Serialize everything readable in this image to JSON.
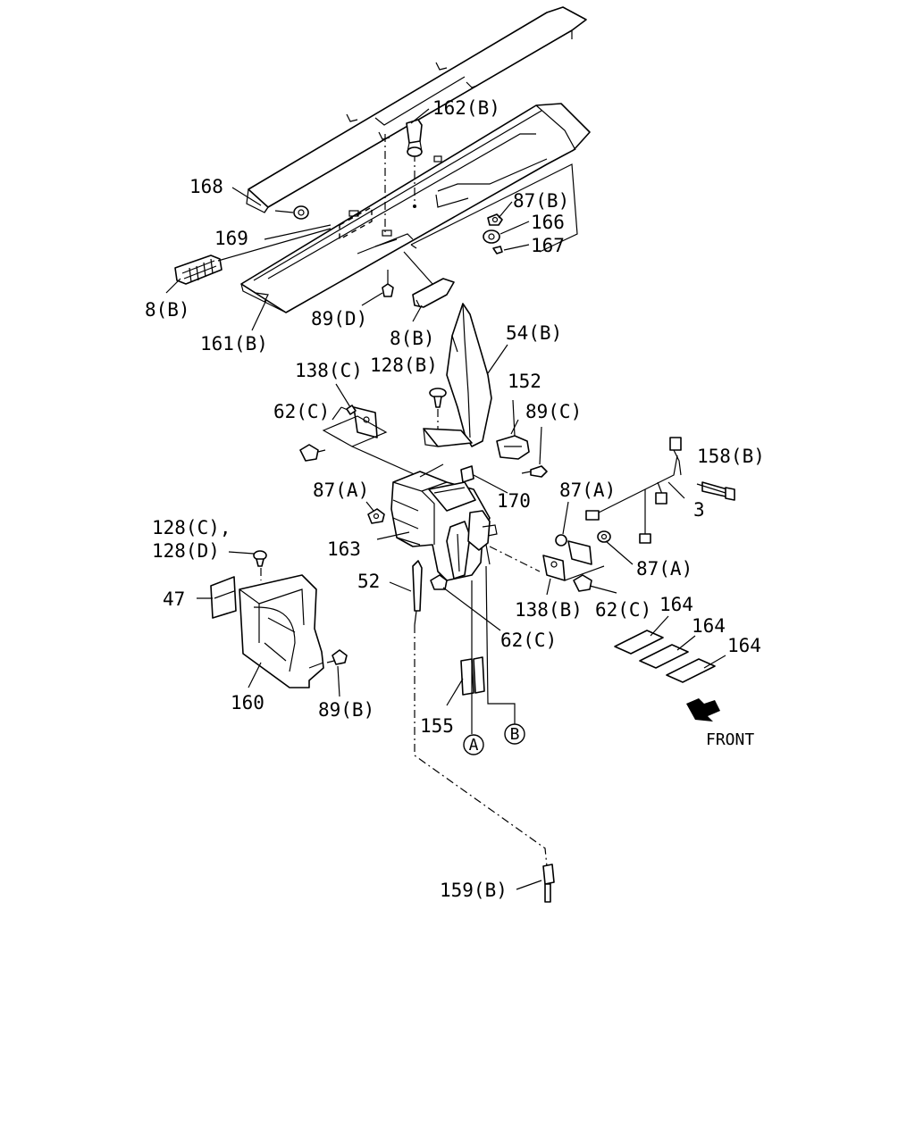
{
  "labels": {
    "p162B": "162(B)",
    "p168": "168",
    "p169": "169",
    "p87B": "87(B)",
    "p166": "166",
    "p167": "167",
    "p8B_left": "8(B)",
    "p89D": "89(D)",
    "p161B": "161(B)",
    "p8B_mid": "8(B)",
    "p54B": "54(B)",
    "p138C": "138(C)",
    "p128B": "128(B)",
    "p152": "152",
    "p62C_top": "62(C)",
    "p89C": "89(C)",
    "p158B": "158(B)",
    "p87A_left": "87(A)",
    "p170": "170",
    "p87A_mid": "87(A)",
    "p3": "3",
    "p128C": "128(C),",
    "p128D": "128(D)",
    "p163": "163",
    "p87A_right": "87(A)",
    "p47": "47",
    "p52": "52",
    "p138B": "138(B)",
    "p62C_right": "62(C)",
    "p164_a": "164",
    "p164_b": "164",
    "p164_c": "164",
    "p62C_bottom": "62(C)",
    "p160": "160",
    "p89B": "89(B)",
    "p155": "155",
    "p159B": "159(B)"
  },
  "markers": {
    "a": "A",
    "b": "B"
  },
  "front_label": "FRONT",
  "colors": {
    "line": "#000000",
    "background": "#ffffff"
  }
}
